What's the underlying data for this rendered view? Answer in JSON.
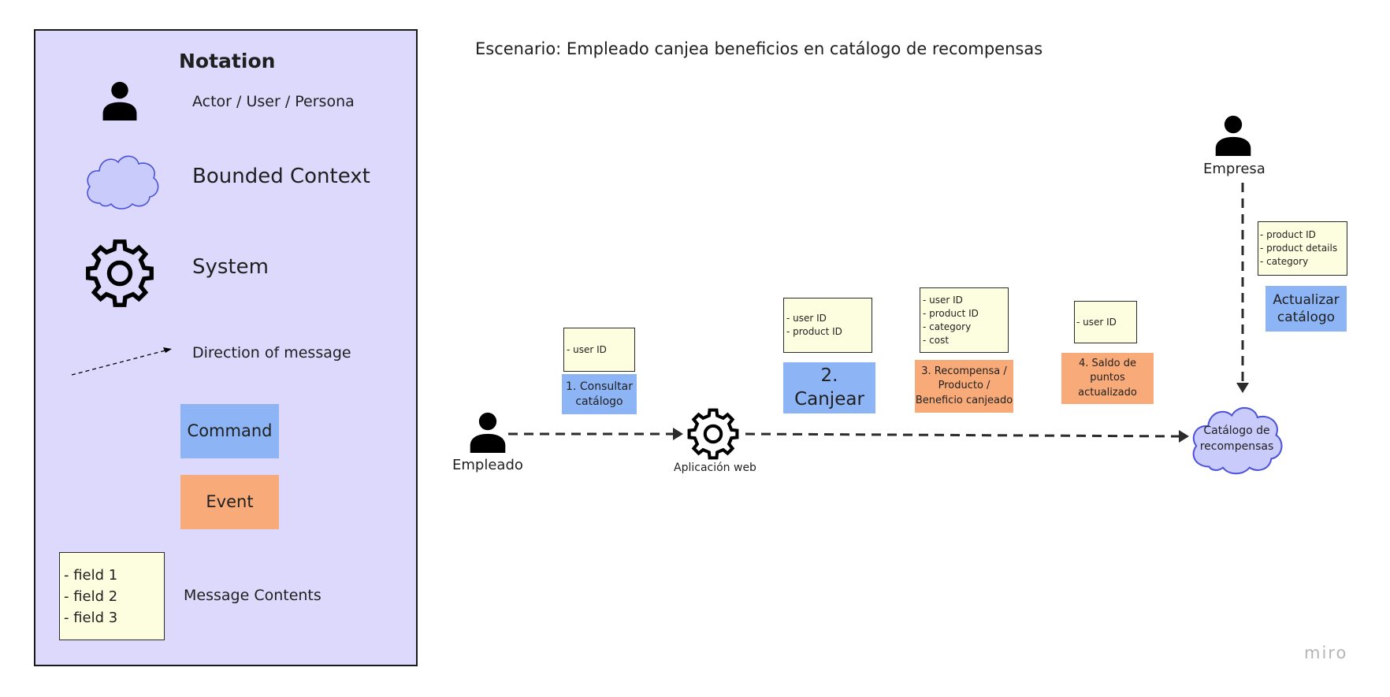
{
  "legend": {
    "title": "Notation",
    "actor_label": "Actor / User / Persona",
    "bounded_context_label": "Bounded Context",
    "system_label": "System",
    "direction_label": "Direction of message",
    "command_label": "Command",
    "event_label": "Event",
    "message_fields": [
      "- field 1",
      "- field 2",
      "- field 3"
    ],
    "message_contents_label": "Message Contents"
  },
  "scenario": {
    "title": "Escenario: Empleado canjea beneficios en catálogo de recompensas"
  },
  "actors": {
    "empleado": "Empleado",
    "empresa": "Empresa"
  },
  "system": {
    "label": "Aplicación web"
  },
  "bounded_context": {
    "label": "Catálogo de\nrecompensas"
  },
  "flow": {
    "consultar": {
      "note": [
        "- user ID"
      ],
      "command": "1. Consultar\ncatálogo"
    },
    "canjear": {
      "note": [
        "- user ID",
        "- product ID"
      ],
      "command": "2. Canjear"
    },
    "recompensa": {
      "note": [
        "- user ID",
        "- product ID",
        "- category",
        "- cost"
      ],
      "event": "3. Recompensa /\nProducto /\nBeneficio canjeado"
    },
    "saldo": {
      "note": [
        "- user ID"
      ],
      "event": "4. Saldo de\npuntos\nactualizado"
    },
    "actualizar": {
      "note": [
        "- product ID",
        "- product details",
        "- category"
      ],
      "command": "Actualizar\ncatálogo"
    }
  },
  "watermark": "miro",
  "colors": {
    "legend_bg": "#dcd9fc",
    "command": "#8db4f5",
    "event": "#f8ab79",
    "note": "#fdfde0",
    "cloud": "#c9cbfb"
  }
}
